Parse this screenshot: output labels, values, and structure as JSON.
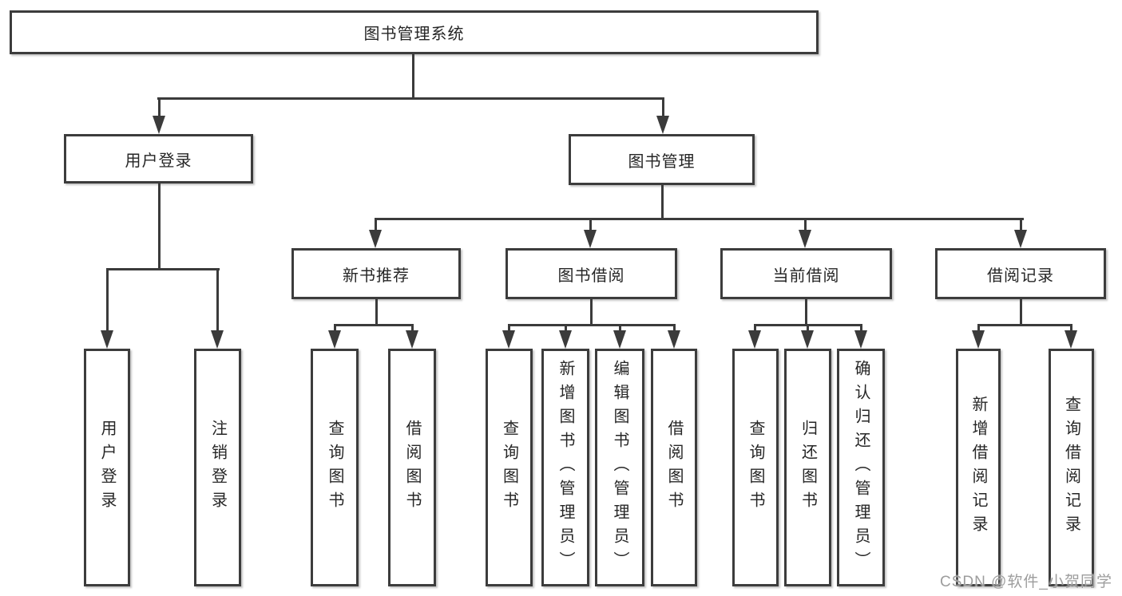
{
  "tree": {
    "label": "图书管理系统",
    "children": [
      {
        "label": "用户登录",
        "children": [
          {
            "label": "用户登录"
          },
          {
            "label": "注销登录"
          }
        ]
      },
      {
        "label": "图书管理",
        "children": [
          {
            "label": "新书推荐",
            "children": [
              {
                "label": "查询图书"
              },
              {
                "label": "借阅图书"
              }
            ]
          },
          {
            "label": "图书借阅",
            "children": [
              {
                "label": "查询图书"
              },
              {
                "label": "新增图书（管理员）"
              },
              {
                "label": "编辑图书（管理员）"
              },
              {
                "label": "借阅图书"
              }
            ]
          },
          {
            "label": "当前借阅",
            "children": [
              {
                "label": "查询图书"
              },
              {
                "label": "归还图书"
              },
              {
                "label": "确认归还（管理员）"
              }
            ]
          },
          {
            "label": "借阅记录",
            "children": [
              {
                "label": "新增借阅记录"
              },
              {
                "label": "查询借阅记录"
              }
            ]
          }
        ]
      }
    ]
  },
  "watermark": {
    "text": "CSDN @软件_小贺同学"
  },
  "colors": {
    "line": "#3b3b3b",
    "border": "#3c3c3c",
    "background": "#ffffff",
    "text": "#262626",
    "watermark": "#9d9d9d"
  }
}
